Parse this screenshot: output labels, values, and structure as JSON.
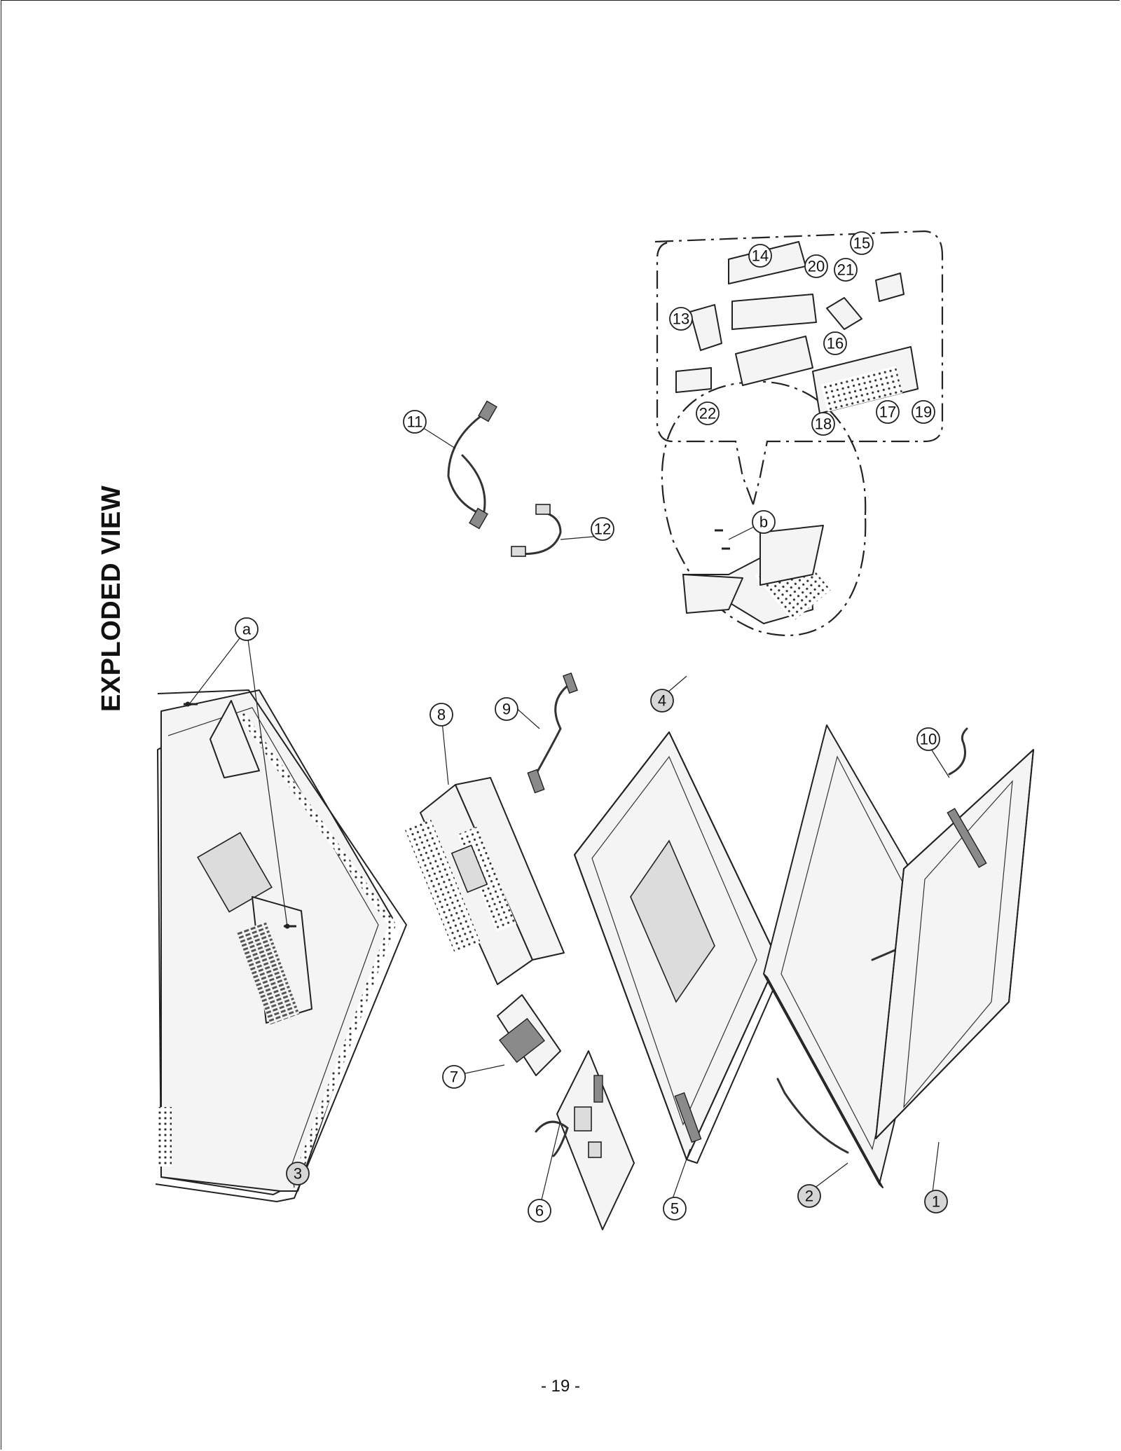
{
  "page": {
    "title": "EXPLODED VIEW",
    "page_number": "- 19 -"
  },
  "callouts": [
    {
      "id": "c1",
      "label": "1",
      "shaded": true
    },
    {
      "id": "c2",
      "label": "2",
      "shaded": true
    },
    {
      "id": "c3",
      "label": "3",
      "shaded": true
    },
    {
      "id": "c4",
      "label": "4",
      "shaded": true
    },
    {
      "id": "c5",
      "label": "5",
      "shaded": false
    },
    {
      "id": "c6",
      "label": "6",
      "shaded": false
    },
    {
      "id": "c7",
      "label": "7",
      "shaded": false
    },
    {
      "id": "c8",
      "label": "8",
      "shaded": false
    },
    {
      "id": "c9",
      "label": "9",
      "shaded": false
    },
    {
      "id": "c10",
      "label": "10",
      "shaded": false
    },
    {
      "id": "c11",
      "label": "11",
      "shaded": false
    },
    {
      "id": "c12",
      "label": "12",
      "shaded": false
    },
    {
      "id": "c13",
      "label": "13",
      "shaded": false
    },
    {
      "id": "c14",
      "label": "14",
      "shaded": false
    },
    {
      "id": "c15",
      "label": "15",
      "shaded": false
    },
    {
      "id": "c16",
      "label": "16",
      "shaded": false
    },
    {
      "id": "c17",
      "label": "17",
      "shaded": false
    },
    {
      "id": "c18",
      "label": "18",
      "shaded": false
    },
    {
      "id": "c19",
      "label": "19",
      "shaded": false
    },
    {
      "id": "c20",
      "label": "20",
      "shaded": false
    },
    {
      "id": "c21",
      "label": "21",
      "shaded": false
    },
    {
      "id": "c22",
      "label": "22",
      "shaded": false
    },
    {
      "id": "ca",
      "label": "a",
      "shaded": false
    },
    {
      "id": "cb",
      "label": "b",
      "shaded": false
    }
  ]
}
